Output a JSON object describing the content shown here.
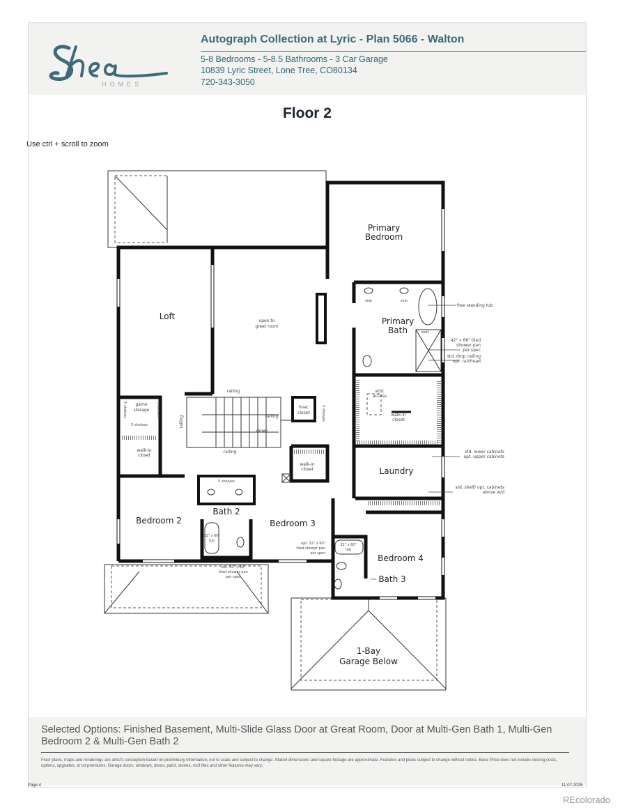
{
  "header": {
    "logo_text": "Shea",
    "logo_subtext": "HOMES",
    "title": "Autograph Collection at Lyric - Plan 5066 - Walton",
    "details": "5-8 Bedrooms - 5-8.5 Bathrooms - 3 Car Garage",
    "address": "10839 Lyric Street, Lone Tree, CO80134",
    "phone": "720-343-3050",
    "brand_color": "#3d6b7a"
  },
  "floor_title": "Floor 2",
  "zoom_hint": "Use ctrl + scroll to zoom",
  "plan": {
    "rooms": {
      "primary_bedroom": [
        "Primary",
        "Bedroom"
      ],
      "primary_bath": [
        "Primary",
        "Bath"
      ],
      "loft": "Loft",
      "open_to_great_room": [
        "open to",
        "great room"
      ],
      "laundry": "Laundry",
      "bedroom2": "Bedroom 2",
      "bath2": "Bath 2",
      "bedroom3": "Bedroom 3",
      "bedroom4": "Bedroom 4",
      "bath3": "Bath 3",
      "garage": [
        "1-Bay",
        "Garage Below"
      ]
    },
    "small_labels": {
      "railing": "railing",
      "down": "down",
      "hvac_closet": [
        "hvac",
        "closet"
      ],
      "game_storage": [
        "game",
        "storage"
      ],
      "shelves": "5 shelves",
      "walk_in_closet": [
        "walk-in",
        "closet"
      ],
      "attic_access": [
        "attic",
        "access"
      ],
      "sink": "sink",
      "seat": "seat",
      "tub": [
        "32\" x 60\"",
        "tub"
      ]
    },
    "annotations": {
      "free_standing_tub": "free standing tub",
      "shower_pan": [
        "42\" x 66\" tiled",
        "shower pan",
        "per spec"
      ],
      "drop_ceiling": [
        "std. drop ceiling",
        "opt. rainhead"
      ],
      "lower_cabinets": [
        "std. lower cabinets",
        "opt. upper cabinets"
      ],
      "shelf_cabinets": [
        "std. shelf/ opt. cabinets",
        "above w/d"
      ],
      "opt_shower_pan": [
        "opt. 32\" x 60\"",
        "tiled shower pan",
        "per spec"
      ]
    }
  },
  "footer": {
    "selected_options": "Selected Options: Finished Basement, Multi-Slide Glass Door at Great Room, Door at Multi-Gen Bath 1, Multi-Gen Bedroom 2 & Multi-Gen Bath 2",
    "disclaimer": "Floor plans, maps and renderings are artist's conception based on preliminary information, not to scale and subject to change. Stated dimensions and square footage are approximate. Features and plans subject to change without notice. Base Price does not include closing costs, options, upgrades, or lot premiums. Garage doors, windows, doors, paint, stones, roof tiles and other features may vary.",
    "page": "Page 4",
    "date": "11-07-2025"
  },
  "watermark": "REcolorado"
}
